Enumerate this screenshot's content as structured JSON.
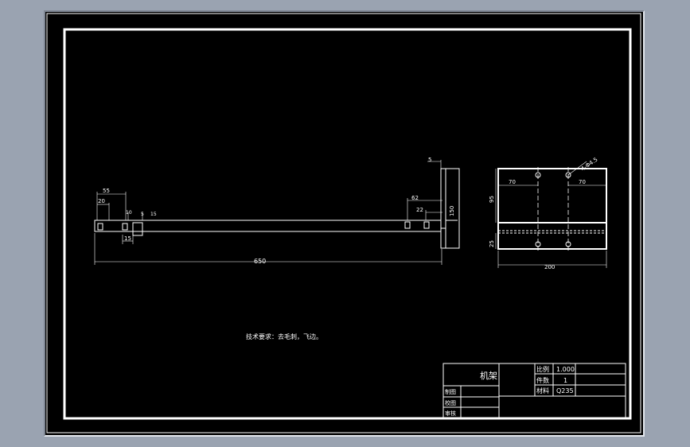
{
  "drawing": {
    "part_name": "机架",
    "tech_note": "技术要求：去毛刺，飞边。",
    "title_block": {
      "scale_label": "比例",
      "scale_value": "1.000",
      "qty_label": "件数",
      "qty_value": "1",
      "material_label": "材料",
      "material_value": "Q235",
      "drawn_label": "制图",
      "drawn_value": "",
      "checked_label": "校图",
      "checked_value": "",
      "approved_label": "审核",
      "approved_value": ""
    },
    "front_view": {
      "dim_55": "55",
      "dim_20": "20",
      "dim_10": "10",
      "dim_5a": "5",
      "dim_15a": "15",
      "dim_15b": "15",
      "dim_650": "650",
      "dim_62": "62",
      "dim_22": "22",
      "dim_5b": "5",
      "dim_150": "150"
    },
    "side_view": {
      "hole_note": "4-Φ4.5",
      "dim_70_left": "70",
      "dim_70_right": "70",
      "dim_95": "95",
      "dim_25": "25",
      "dim_200": "200"
    }
  }
}
